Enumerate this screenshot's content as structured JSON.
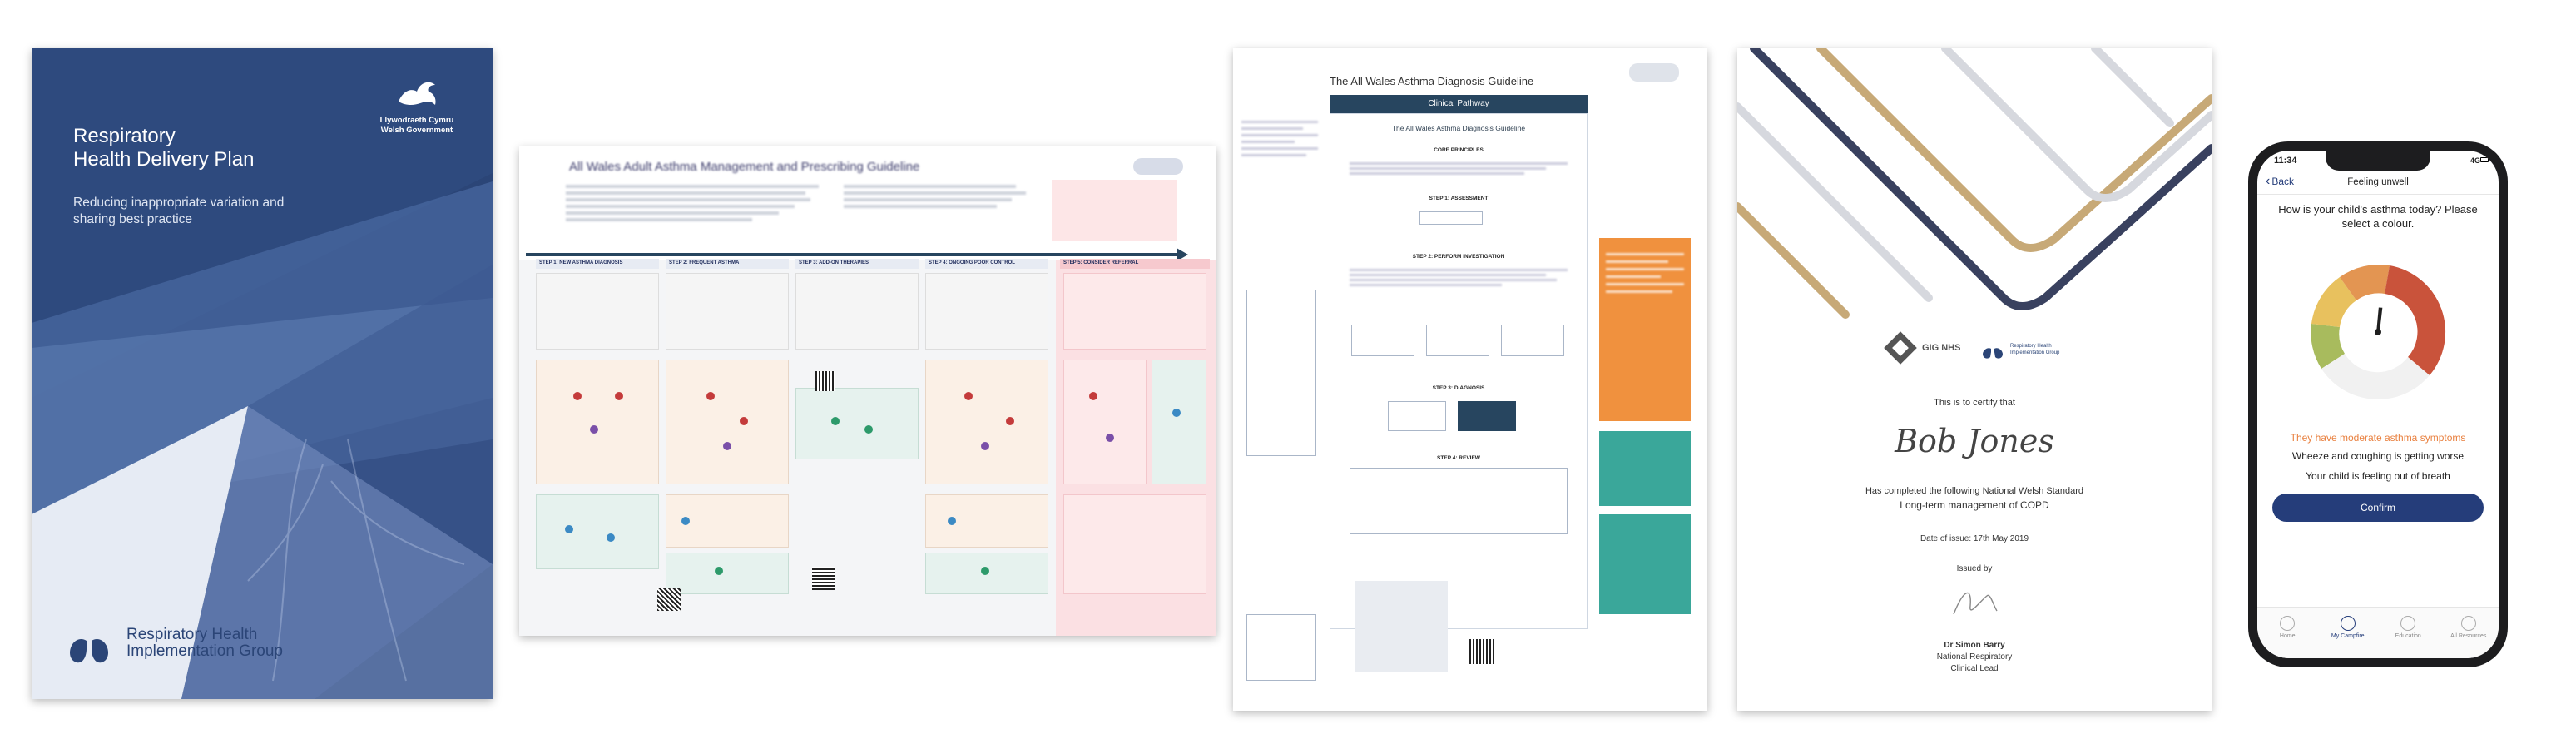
{
  "panel1": {
    "title_line1": "Respiratory",
    "title_line2": "Health Delivery Plan",
    "subtitle": "Reducing inappropriate variation and sharing best practice",
    "gov_line1": "Llywodraeth Cymru",
    "gov_line2": "Welsh Government",
    "group_name": "Respiratory Health Implementation Group",
    "colors": {
      "navy": "#2b4577",
      "light": "#e6ebf4"
    }
  },
  "panel2": {
    "title": "All Wales Adult Asthma Management and Prescribing Guideline",
    "steps": [
      "STEP 1: NEW ASTHMA DIAGNOSIS",
      "STEP 2: FREQUENT ASTHMA",
      "STEP 3: ADD-ON THERAPIES",
      "STEP 4: ONGOING POOR CONTROL",
      "STEP 5: CONSIDER REFERRAL"
    ]
  },
  "panel3": {
    "title": "The All Wales Asthma Diagnosis Guideline",
    "pathway": "Clinical Pathway",
    "inner_title": "The All Wales Asthma Diagnosis Guideline",
    "core": "CORE PRINCIPLES",
    "step1": "STEP 1: ASSESSMENT",
    "step2": "STEP 2: PERFORM INVESTIGATION",
    "step3": "STEP 3: DIAGNOSIS",
    "step4": "STEP 4: REVIEW",
    "colors": {
      "header": "#27455f",
      "orange": "#f0913e",
      "teal": "#3aa79a"
    }
  },
  "panel4": {
    "certify": "This is to certify that",
    "name": "Bob Jones",
    "completed": "Has completed the following National Welsh Standard",
    "course": "Long-term management of COPD",
    "date": "Date of issue: 17th May 2019",
    "issued_by": "Issued by",
    "signer": "Dr Simon Barry",
    "signer_role1": "National Respiratory",
    "signer_role2": "Clinical Lead",
    "logo_left": "GIG NHS",
    "logo_right": "Respiratory Health Implementation Group"
  },
  "phone": {
    "time": "11:34",
    "status": "4G",
    "back": "Back",
    "header": "Feeling unwell",
    "question": "How is your child's asthma today? Please select a colour.",
    "result": "They have moderate asthma symptoms",
    "line1": "Wheeze and coughing is getting worse",
    "line2": "Your child is feeling out of breath",
    "confirm": "Confirm",
    "tabs": [
      "Home",
      "My Campfire",
      "Education",
      "All Resources"
    ],
    "colors": {
      "accent": "#e9803f",
      "button": "#253d7a",
      "red": "#c9533b",
      "amber": "#e39552",
      "yellow": "#e8c15e",
      "green": "#a8bb5d"
    }
  }
}
